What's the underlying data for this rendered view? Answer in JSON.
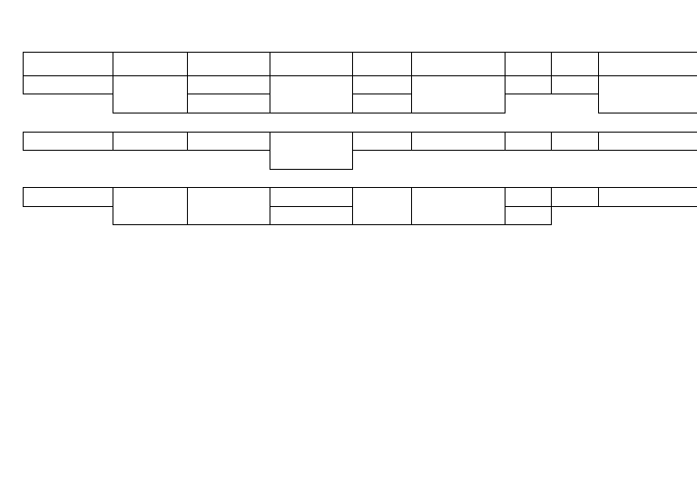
{
  "colors": {
    "background": "#ffffff",
    "cell_border": "#000000"
  },
  "tables": [
    {
      "name": "table-1",
      "columns": 9,
      "rows": 3,
      "cells": [
        {
          "col": 0,
          "text": ""
        },
        {
          "col": 1,
          "text": ""
        },
        {
          "col": 2,
          "text": ""
        },
        {
          "col": 3,
          "text": ""
        },
        {
          "col": 4,
          "text": ""
        },
        {
          "col": 5,
          "text": ""
        },
        {
          "col": 6,
          "text": ""
        },
        {
          "col": 7,
          "text": ""
        },
        {
          "col": 8,
          "text": ""
        },
        {
          "col": 0,
          "text": ""
        },
        {
          "col": 1,
          "text": ""
        },
        {
          "col": 2,
          "text": ""
        },
        {
          "col": 3,
          "text": ""
        },
        {
          "col": 4,
          "text": ""
        },
        {
          "col": 5,
          "text": ""
        },
        {
          "col": 6,
          "text": ""
        },
        {
          "col": 7,
          "text": ""
        },
        {
          "col": 8,
          "text": ""
        },
        {
          "col": 2,
          "text": ""
        },
        {
          "col": 4,
          "text": ""
        }
      ]
    },
    {
      "name": "table-2",
      "columns": 9,
      "rows": 2,
      "cells": [
        {
          "col": 0,
          "text": ""
        },
        {
          "col": 1,
          "text": ""
        },
        {
          "col": 2,
          "text": ""
        },
        {
          "col": 3,
          "text": ""
        },
        {
          "col": 4,
          "text": ""
        },
        {
          "col": 5,
          "text": ""
        },
        {
          "col": 6,
          "text": ""
        },
        {
          "col": 7,
          "text": ""
        },
        {
          "col": 8,
          "text": ""
        }
      ]
    },
    {
      "name": "table-3",
      "columns": 9,
      "rows": 2,
      "cells": [
        {
          "col": 0,
          "text": ""
        },
        {
          "col": 1,
          "text": ""
        },
        {
          "col": 2,
          "text": ""
        },
        {
          "col": 3,
          "text": ""
        },
        {
          "col": 4,
          "text": ""
        },
        {
          "col": 5,
          "text": ""
        },
        {
          "col": 6,
          "text": ""
        },
        {
          "col": 7,
          "text": ""
        },
        {
          "col": 8,
          "text": ""
        },
        {
          "col": 3,
          "text": ""
        },
        {
          "col": 6,
          "text": ""
        }
      ]
    }
  ]
}
